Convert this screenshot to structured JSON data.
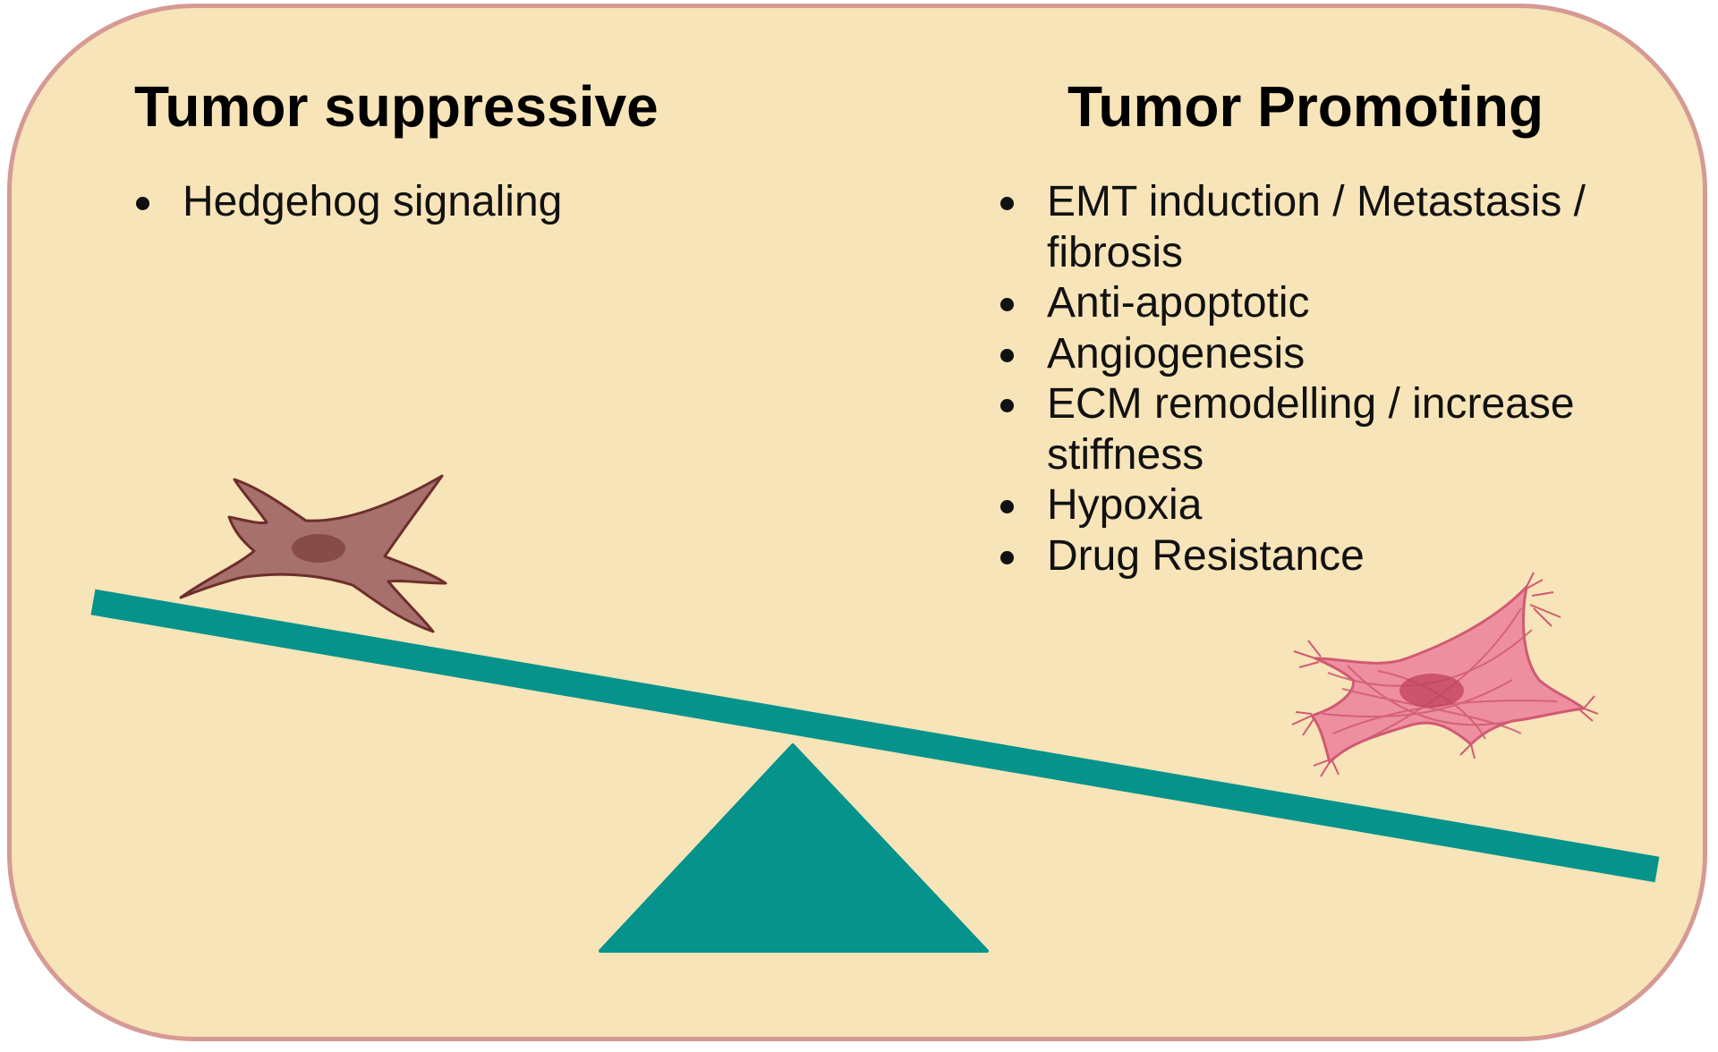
{
  "colors": {
    "panel_fill": "#f7e4b8",
    "panel_border": "#d69a94",
    "seesaw": "#05938c",
    "left_cell_fill": "#a6706c",
    "left_cell_outline": "#6e2e2c",
    "right_cell_fill": "#ee8fa0",
    "right_cell_outline": "#d05a74"
  },
  "left": {
    "heading": "Tumor suppressive",
    "items": [
      "Hedgehog signaling"
    ]
  },
  "right": {
    "heading": "Tumor Promoting",
    "items": [
      "EMT induction / Metastasis / fibrosis",
      "Anti-apoptotic",
      "Angiogenesis",
      "ECM remodelling / increase stiffness",
      "Hypoxia",
      "Drug Resistance"
    ]
  },
  "balance": {
    "heavier_side": "right"
  }
}
